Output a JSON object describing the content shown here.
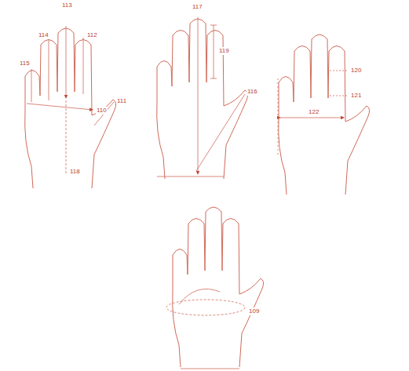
{
  "diagram": {
    "labels": [
      "113",
      "114",
      "112",
      "115",
      "110",
      "111",
      "118",
      "117",
      "119",
      "116",
      "120",
      "121",
      "122",
      "109"
    ]
  }
}
